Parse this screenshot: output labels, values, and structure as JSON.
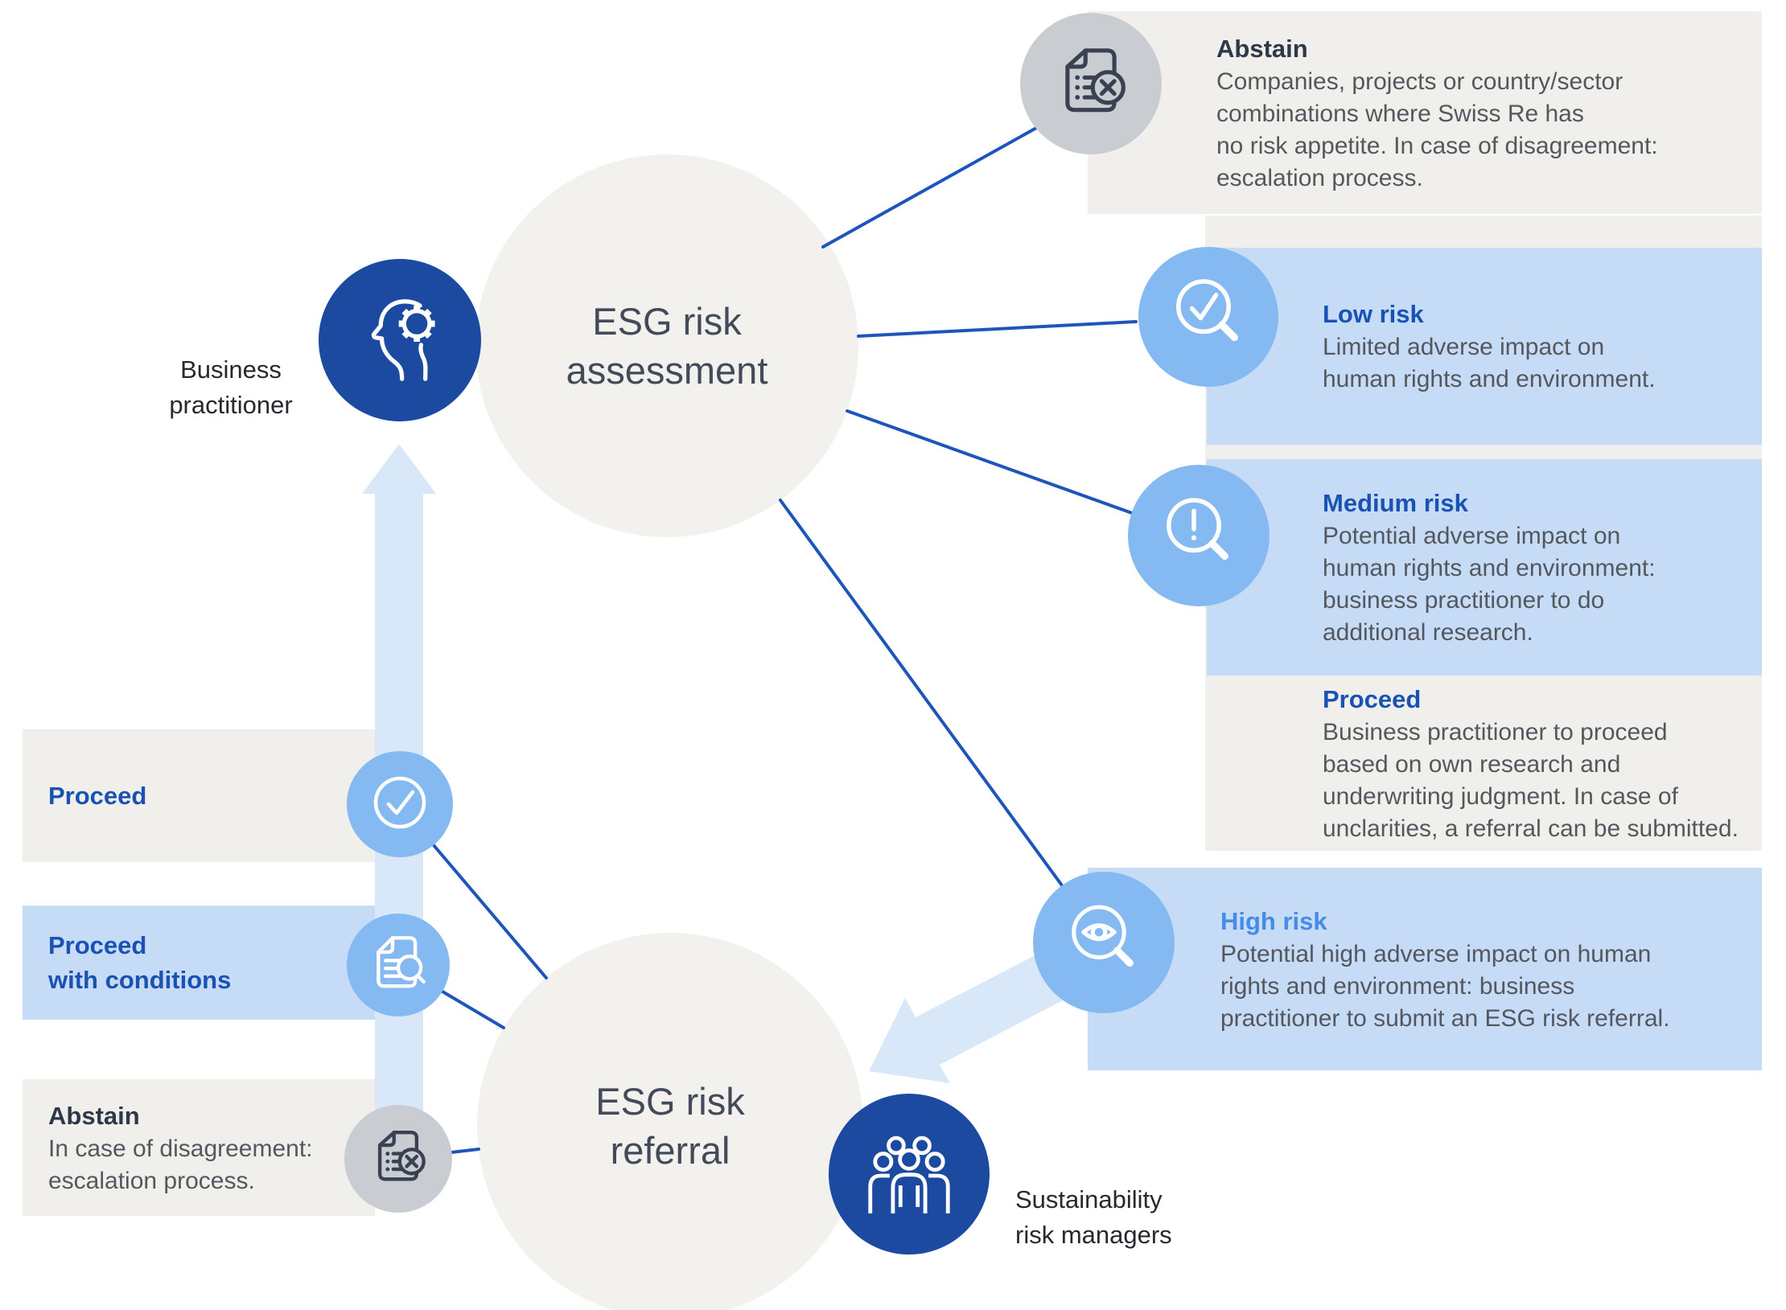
{
  "colors": {
    "accent_blue_heading": "#1a52b4",
    "high_risk_heading": "#448ce6",
    "connector_line_blue": "#1e55bb",
    "box_light_blue": "#c6dbf5",
    "icon_circle_blue": "#85b9f1",
    "dark_blue_circle": "#1b4aa0",
    "box_gray": "#f0efec",
    "node_circle_gray": "#f2f1ee",
    "icon_circle_gray": "#c9cdd2",
    "icon_stroke_navy": "#3a4252",
    "flow_arrow_blue": "#d9e8f9"
  },
  "nodes": {
    "assessment": {
      "line1": "ESG risk",
      "line2": "assessment"
    },
    "referral": {
      "line1": "ESG risk",
      "line2": "referral"
    }
  },
  "actors": {
    "business_practitioner": {
      "line1": "Business",
      "line2": "practitioner"
    },
    "sustainability_risk_managers": {
      "line1": "Sustainability",
      "line2": "risk managers"
    }
  },
  "assessment_outcomes": {
    "abstain": {
      "heading": "Abstain",
      "body": [
        "Companies, projects or country/sector",
        "combinations where Swiss Re has",
        "no risk appetite. In case of disagreement:",
        "escalation process."
      ]
    },
    "low_risk": {
      "heading": "Low risk",
      "body": [
        "Limited adverse impact on",
        "human rights and environment."
      ]
    },
    "medium_risk": {
      "heading": "Medium risk",
      "body": [
        "Potential adverse impact on",
        "human rights and environment:",
        "business practitioner to do",
        "additional research."
      ]
    },
    "proceed": {
      "heading": "Proceed",
      "body": [
        "Business practitioner to proceed",
        "based on own research and",
        "underwriting judgment. In case of",
        "unclarities, a referral can be submitted."
      ]
    },
    "high_risk": {
      "heading": "High risk",
      "body": [
        "Potential high adverse impact on human",
        "rights and environment: business",
        "practitioner to submit an ESG risk referral."
      ]
    }
  },
  "referral_outcomes": {
    "proceed": {
      "heading": "Proceed"
    },
    "proceed_with_conditions": {
      "heading_line1": "Proceed",
      "heading_line2": "with conditions"
    },
    "abstain": {
      "heading": "Abstain",
      "body": [
        "In case of disagreement:",
        "escalation process."
      ]
    }
  }
}
